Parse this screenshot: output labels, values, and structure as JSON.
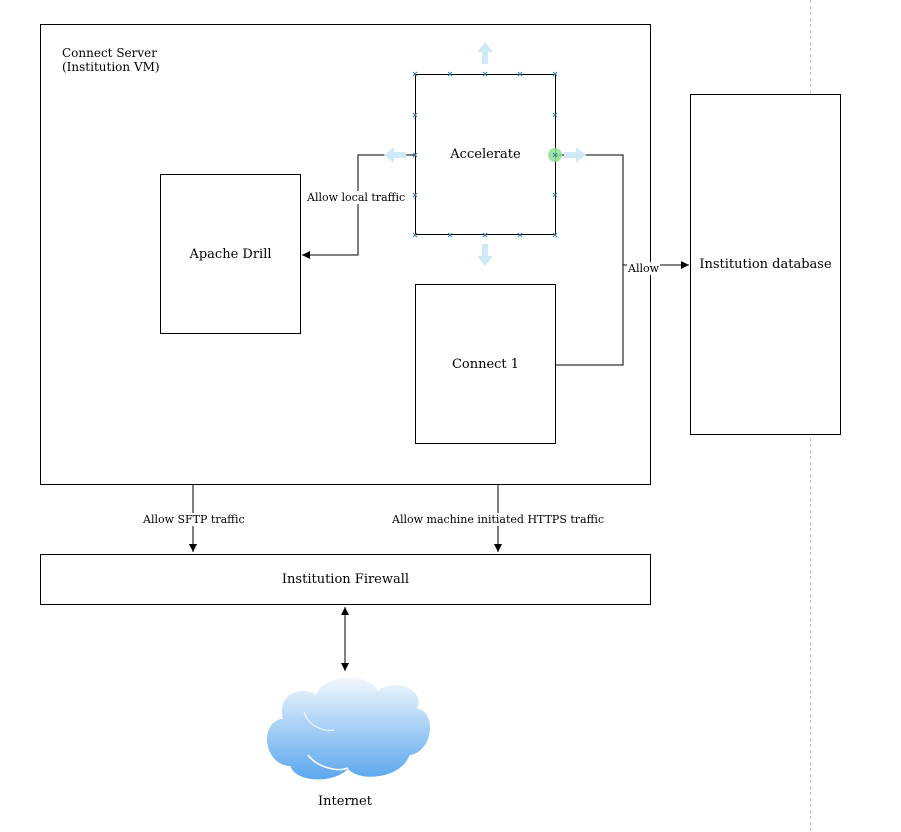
{
  "connect_server": {
    "title": "Connect Server",
    "subtitle": "(Institution VM)"
  },
  "accelerate": {
    "label": "Accelerate"
  },
  "apache_drill": {
    "label": "Apache Drill"
  },
  "connect1": {
    "label": "Connect 1"
  },
  "institution_database": {
    "label": "Institution database"
  },
  "firewall": {
    "label": "Institution Firewall"
  },
  "internet": {
    "label": "Internet"
  },
  "edges": {
    "allow_local": "Allow local traffic",
    "allow": "Allow",
    "allow_sftp": "Allow SFTP traffic",
    "allow_https": "Allow machine initiated HTTPS traffic"
  },
  "colors": {
    "stroke": "#000000",
    "selection_handle": "#2b7bb9",
    "hover_arrow": "#cfe9f7",
    "connection_point": "#8ee08e",
    "cloud_top": "#f2f8fd",
    "cloud_bottom": "#5aa6ee",
    "divider": "#bdbdbd"
  }
}
